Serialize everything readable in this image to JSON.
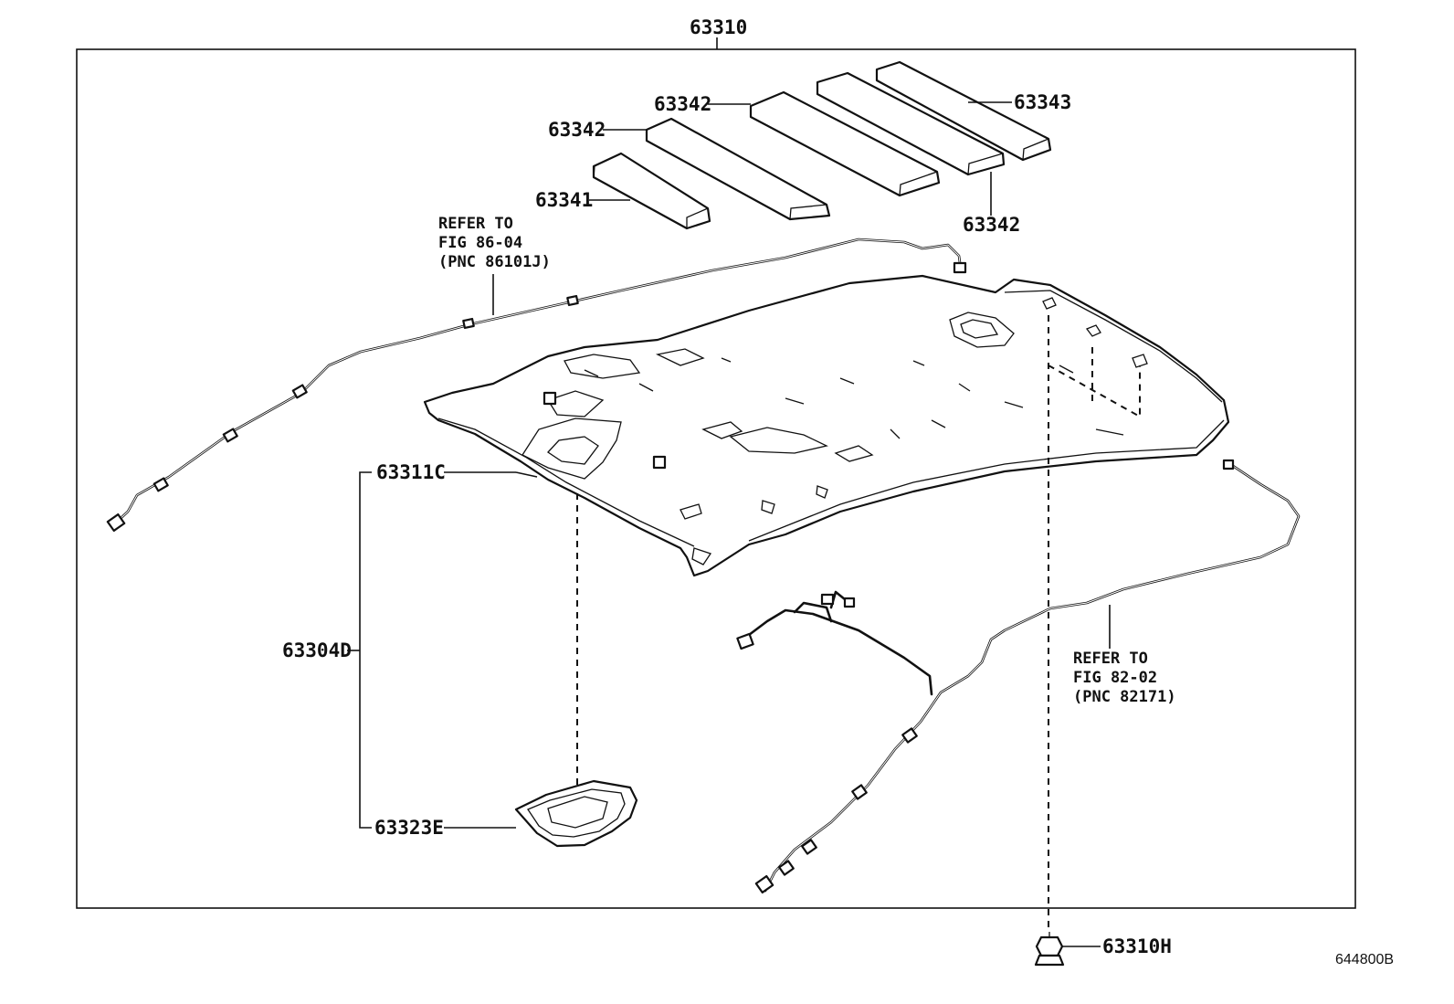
{
  "diagram": {
    "labels": {
      "main_assembly": "63310",
      "pad_63343": "63343",
      "pad_63342_top": "63342",
      "pad_63342_left": "63342",
      "pad_63342_right": "63342",
      "pad_63341": "63341",
      "headliner": "63311C",
      "sub_assembly": "63304D",
      "lamp_bezel": "63323E",
      "clip": "63310H",
      "figure_code": "644800B"
    },
    "refs": {
      "left_wire": [
        "REFER TO",
        "FIG 86-04",
        "(PNC 86101J)"
      ],
      "right_wire": [
        "REFER TO",
        "FIG 82-02",
        "(PNC 82171)"
      ]
    }
  }
}
